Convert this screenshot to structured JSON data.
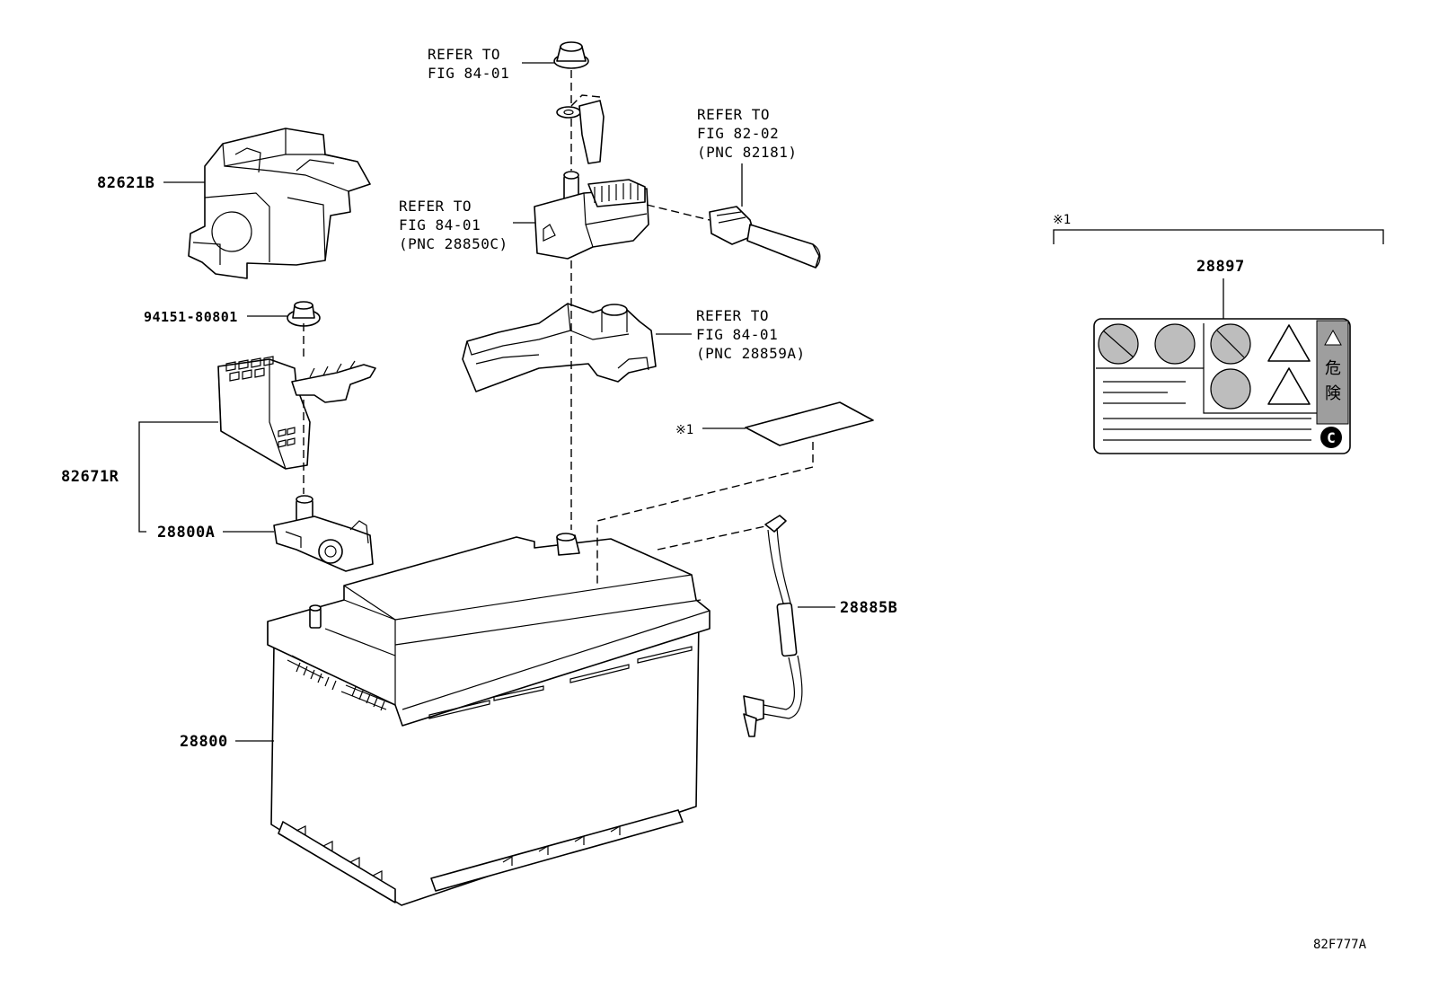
{
  "labels": {
    "p82621b": "82621B",
    "p94151": "94151-80801",
    "p82671r": "82671R",
    "p28800a": "28800A",
    "p28800": "28800",
    "p28885b": "28885B",
    "p28897": "28897",
    "note_mark": "※1",
    "note_mark2": "※1",
    "figure_code": "82F777A"
  },
  "refs": {
    "top": [
      "REFER TO",
      "FIG 84-01"
    ],
    "terminal": [
      "REFER TO",
      "FIG 84-01",
      "(PNC 28850C)"
    ],
    "connector": [
      "REFER TO",
      "FIG 82-02",
      "(PNC 82181)"
    ],
    "cover": [
      "REFER TO",
      "FIG 84-01",
      "(PNC 28859A)"
    ]
  },
  "caution_label": {
    "kanji": [
      "危",
      "険"
    ],
    "corner_mark": "C"
  }
}
